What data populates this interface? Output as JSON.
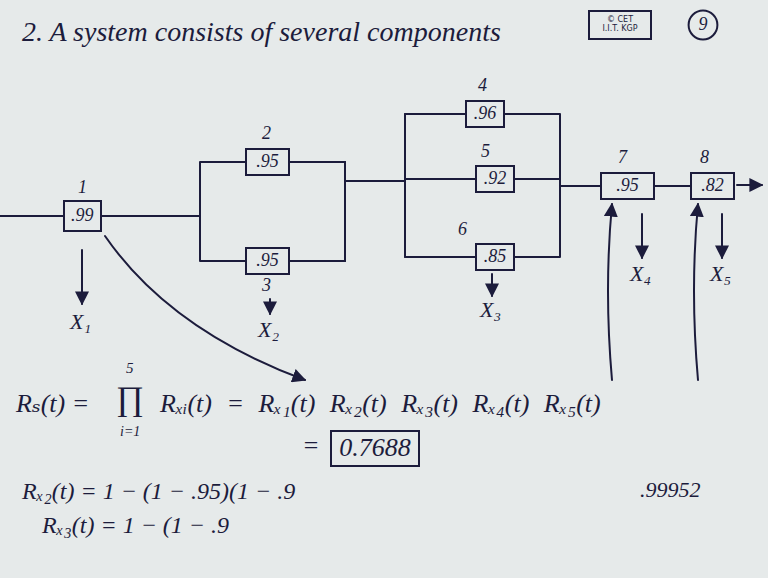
{
  "diagram": {
    "title": "2. A system consists of several components",
    "nodes": [
      {
        "text": [
          "© CET",
          "I.I.T. KGP"
        ]
      },
      {
        "text": [
          "9"
        ]
      },
      {
        "text": [
          ".99"
        ]
      },
      {
        "text": [
          ".95"
        ]
      },
      {
        "text": [
          ".95"
        ]
      },
      {
        "text": [
          ".96"
        ]
      },
      {
        "text": [
          ".92"
        ]
      },
      {
        "text": [
          ".85"
        ]
      },
      {
        "text": [
          ".95"
        ]
      },
      {
        "text": [
          ".82"
        ]
      },
      {
        "text": [
          "0.7688"
        ]
      }
    ],
    "edges": [
      {
        "from": 2,
        "to": 3,
        "arrow": "none"
      },
      {
        "from": 2,
        "to": 4,
        "arrow": "none"
      },
      {
        "from": 3,
        "to": 5,
        "arrow": "none"
      },
      {
        "from": 3,
        "to": 6,
        "arrow": "none"
      },
      {
        "from": 3,
        "to": 7,
        "arrow": "none"
      },
      {
        "from": 4,
        "to": 5,
        "arrow": "none"
      },
      {
        "from": 4,
        "to": 6,
        "arrow": "none"
      },
      {
        "from": 4,
        "to": 7,
        "arrow": "none"
      },
      {
        "from": 5,
        "to": 8,
        "arrow": "none"
      },
      {
        "from": 6,
        "to": 8,
        "arrow": "none"
      },
      {
        "from": 7,
        "to": 8,
        "arrow": "none"
      },
      {
        "from": 8,
        "to": 9,
        "arrow": "none"
      }
    ],
    "labels": [
      "1",
      "2",
      "3",
      "4",
      "5",
      "6",
      "7",
      "8",
      "X₁",
      "X₂",
      "X₃",
      "X₄",
      "X₅",
      "Rₛ(t) =",
      "∏",
      "5",
      "i=1",
      "Rₓᵢ(t) = Rₓ₁(t) Rₓ₂(t) Rₓ₃(t) Rₓ₄(t) Rₓ₅(t)",
      "=",
      "Rₓ₂(t) = 1 − (1 − .95)(1 − .9",
      ".99952",
      "Rₓ₃(t) = 1 − (1 − .9"
    ]
  }
}
